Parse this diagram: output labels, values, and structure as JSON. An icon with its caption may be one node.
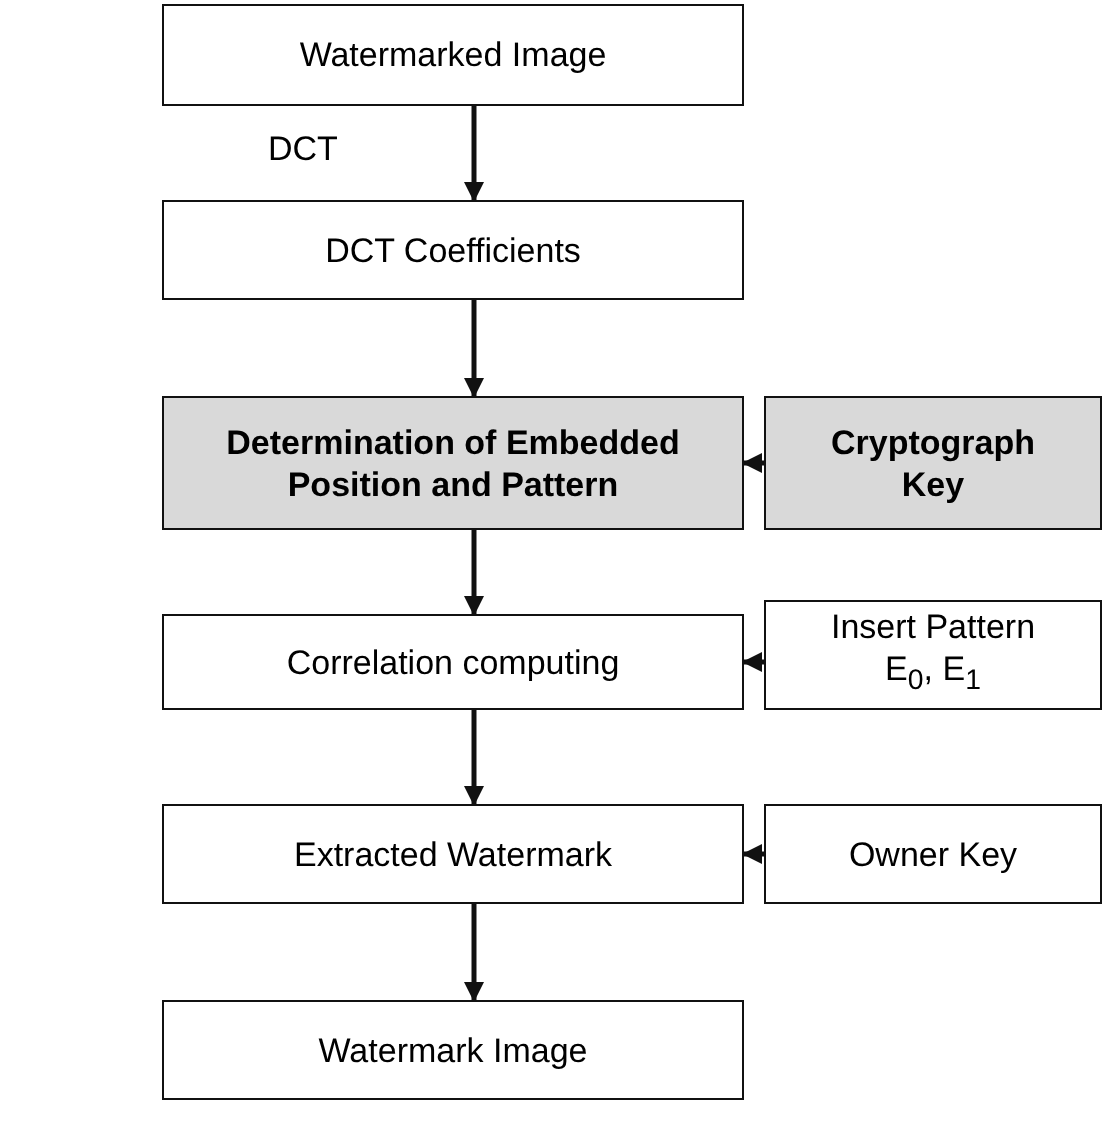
{
  "diagram": {
    "nodes": [
      {
        "text": [
          "Watermarked Image"
        ]
      },
      {
        "text": [
          "DCT Coefficients"
        ]
      },
      {
        "text": [
          "Determination of Embedded Position and Pattern"
        ]
      },
      {
        "text": [
          "Cryptograph Key"
        ]
      },
      {
        "text": [
          "Correlation computing"
        ]
      },
      {
        "text": [
          "Insert Pattern E$_{0}$, E$_{1}$"
        ]
      },
      {
        "text": [
          "Extracted Watermark"
        ]
      },
      {
        "text": [
          "Owner Key"
        ]
      },
      {
        "text": [
          "Watermark Image"
        ]
      }
    ],
    "edges": [
      {
        "from": 0,
        "to": 1,
        "arrow": "to",
        "label": "DCT"
      },
      {
        "from": 1,
        "to": 2,
        "arrow": "to"
      },
      {
        "from": 3,
        "to": 2,
        "arrow": "to"
      },
      {
        "from": 2,
        "to": 4,
        "arrow": "to"
      },
      {
        "from": 5,
        "to": 4,
        "arrow": "to"
      },
      {
        "from": 4,
        "to": 6,
        "arrow": "to"
      },
      {
        "from": 7,
        "to": 6,
        "arrow": "to"
      },
      {
        "from": 6,
        "to": 8,
        "arrow": "to"
      }
    ]
  }
}
